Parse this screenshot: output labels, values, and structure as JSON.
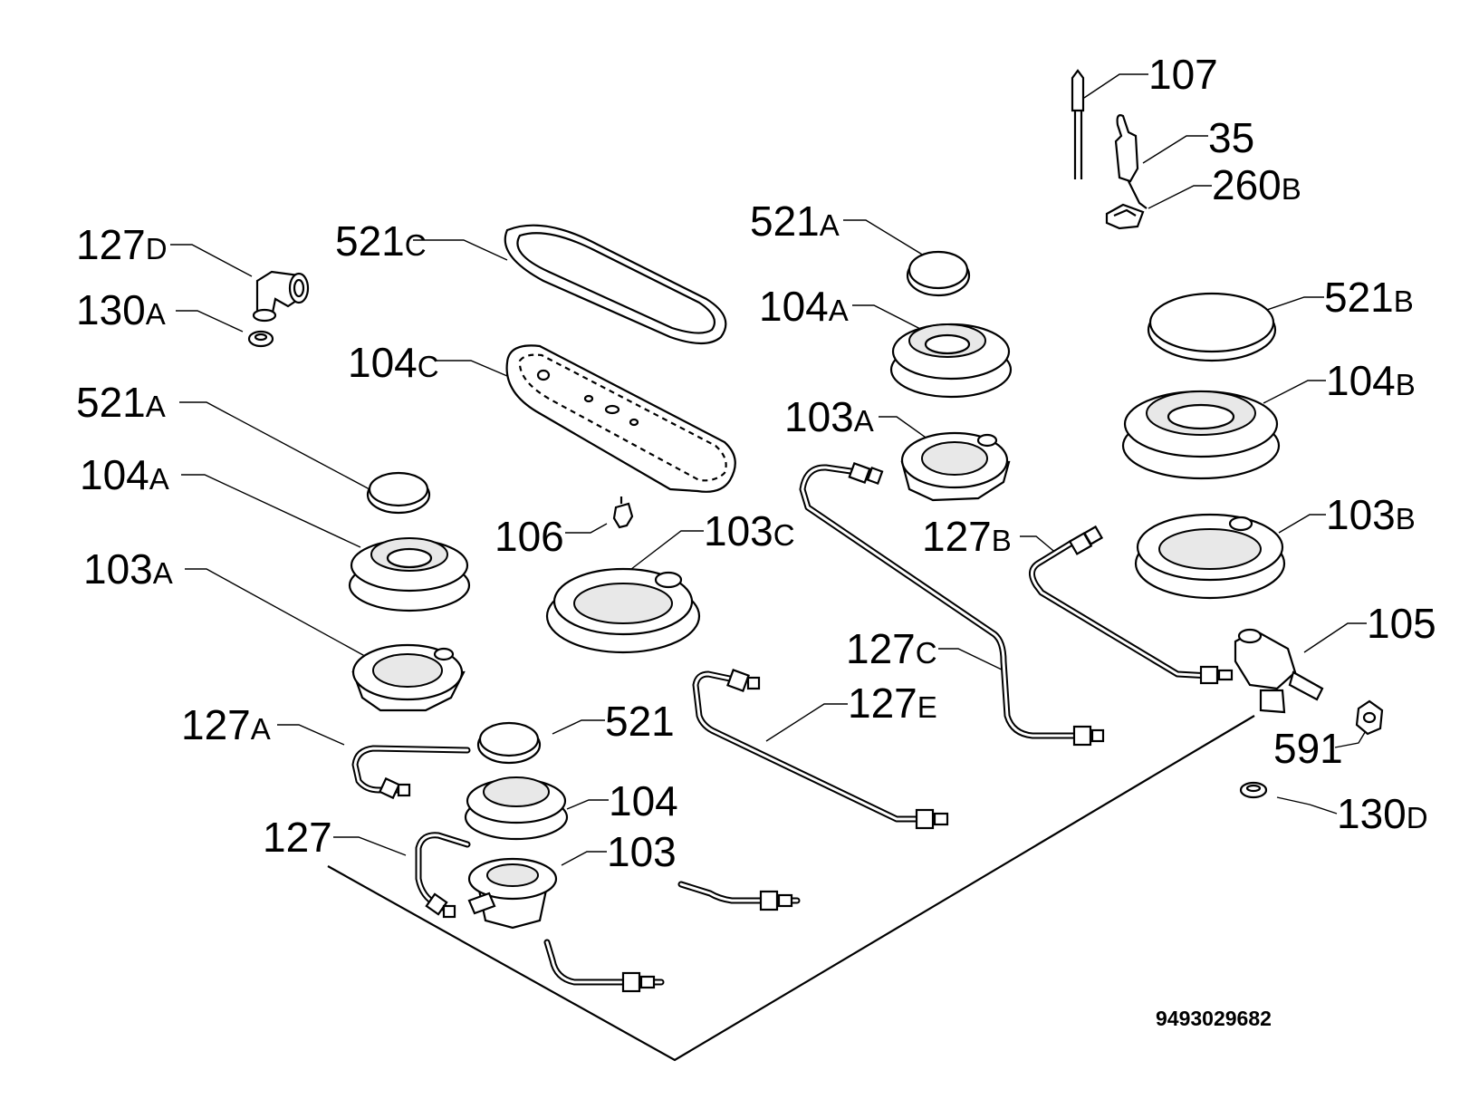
{
  "labels": {
    "l107": {
      "num": "107",
      "suf": ""
    },
    "l35": {
      "num": "35",
      "suf": ""
    },
    "l260b": {
      "num": "260",
      "suf": "B"
    },
    "l521a_r": {
      "num": "521",
      "suf": "A"
    },
    "l104a_r": {
      "num": "104",
      "suf": "A"
    },
    "l521b": {
      "num": "521",
      "suf": "B"
    },
    "l104b": {
      "num": "104",
      "suf": "B"
    },
    "l103a_r": {
      "num": "103",
      "suf": "A"
    },
    "l103b": {
      "num": "103",
      "suf": "B"
    },
    "l127b": {
      "num": "127",
      "suf": "B"
    },
    "l105": {
      "num": "105",
      "suf": ""
    },
    "l127c": {
      "num": "127",
      "suf": "C"
    },
    "l591": {
      "num": "591",
      "suf": ""
    },
    "l130d": {
      "num": "130",
      "suf": "D"
    },
    "l127d": {
      "num": "127",
      "suf": "D"
    },
    "l130a": {
      "num": "130",
      "suf": "A"
    },
    "l521c": {
      "num": "521",
      "suf": "C"
    },
    "l104c": {
      "num": "104",
      "suf": "C"
    },
    "l521a_l": {
      "num": "521",
      "suf": "A"
    },
    "l104a_l": {
      "num": "104",
      "suf": "A"
    },
    "l106": {
      "num": "106",
      "suf": ""
    },
    "l103c": {
      "num": "103",
      "suf": "C"
    },
    "l103a_l": {
      "num": "103",
      "suf": "A"
    },
    "l127e": {
      "num": "127",
      "suf": "E"
    },
    "l127a": {
      "num": "127",
      "suf": "A"
    },
    "l521": {
      "num": "521",
      "suf": ""
    },
    "l104": {
      "num": "104",
      "suf": ""
    },
    "l127": {
      "num": "127",
      "suf": ""
    },
    "l103": {
      "num": "103",
      "suf": ""
    }
  },
  "diagram_code": "9493029682"
}
